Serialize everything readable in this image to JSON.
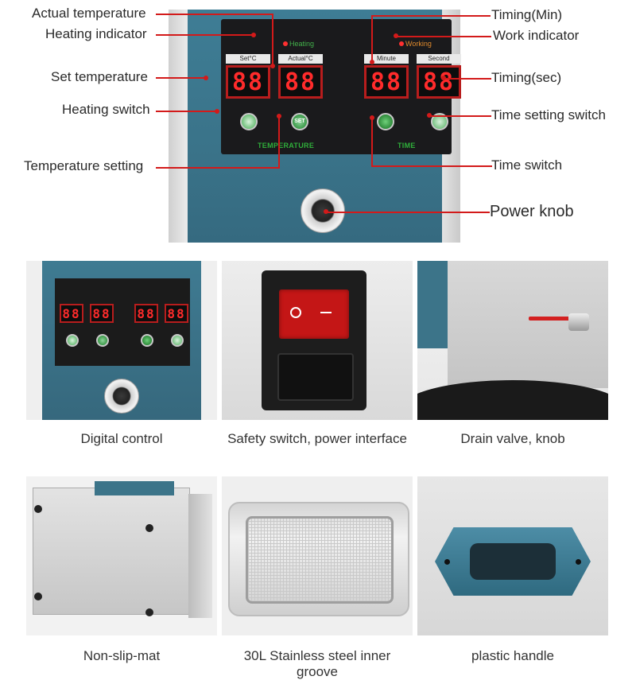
{
  "diagram": {
    "panel": {
      "indicators": {
        "heating": "Heating",
        "working": "Working"
      },
      "displays": [
        {
          "label": "Set°C",
          "value": "88"
        },
        {
          "label": "Actual°C",
          "value": "88"
        },
        {
          "label": "Minute",
          "value": "88"
        },
        {
          "label": "Second",
          "value": "88"
        }
      ],
      "section_labels": {
        "temperature": "TEMPERATURE",
        "time": "TIME"
      },
      "set_button": "SET"
    },
    "callouts_left": [
      "Actual temperature",
      "Heating indicator",
      "Set temperature",
      "Heating switch",
      "Temperature setting"
    ],
    "callouts_right": [
      "Timing(Min)",
      "Work indicator",
      "Timing(sec)",
      "Time setting switch",
      "Time switch",
      "Power knob"
    ],
    "accent_color": "#d31a1a"
  },
  "features": [
    {
      "caption": "Digital control"
    },
    {
      "caption": "Safety switch, power interface"
    },
    {
      "caption": "Drain valve, knob"
    },
    {
      "caption": "Non-slip-mat"
    },
    {
      "caption": "30L Stainless steel inner groove"
    },
    {
      "caption": "plastic handle"
    }
  ]
}
